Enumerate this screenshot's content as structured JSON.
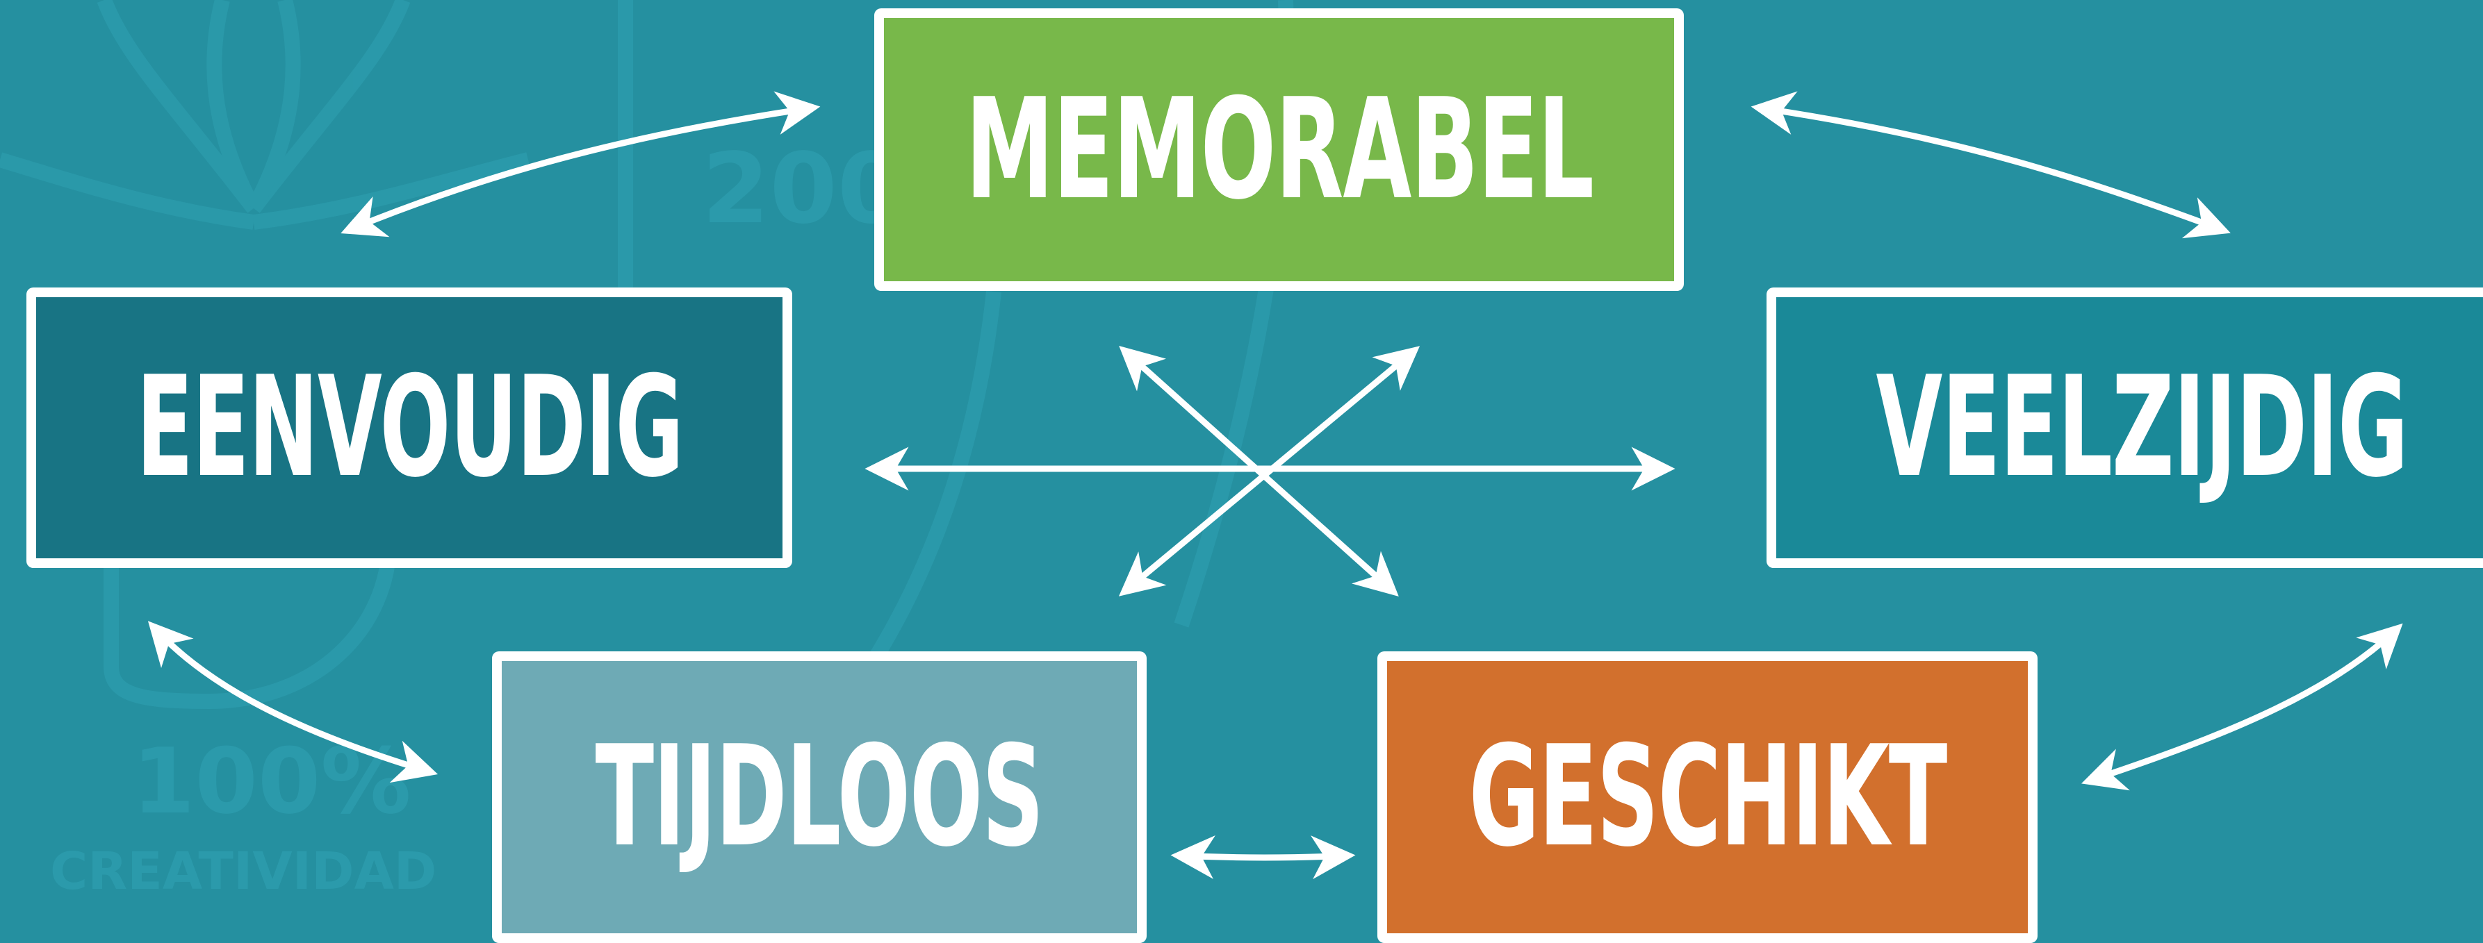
{
  "colors": {
    "background": "#2590a0",
    "memorabel": "#78b84a",
    "eenvoudig": "#187484",
    "veelzijdig": "#1a8998",
    "tijdloos": "#6eaab5",
    "geschikt": "#d2702d",
    "border": "#ffffff",
    "watermark": "#2b9aab"
  },
  "watermark": {
    "year": "200",
    "percent": "100%",
    "tagline": "CREATIVIDAD"
  },
  "boxes": {
    "memorabel": "MEMORABEL",
    "eenvoudig": "EENVOUDIG",
    "veelzijdig": "VEELZIJDIG",
    "tijdloos": "TIJDLOOS",
    "geschikt": "GESCHIKT"
  }
}
